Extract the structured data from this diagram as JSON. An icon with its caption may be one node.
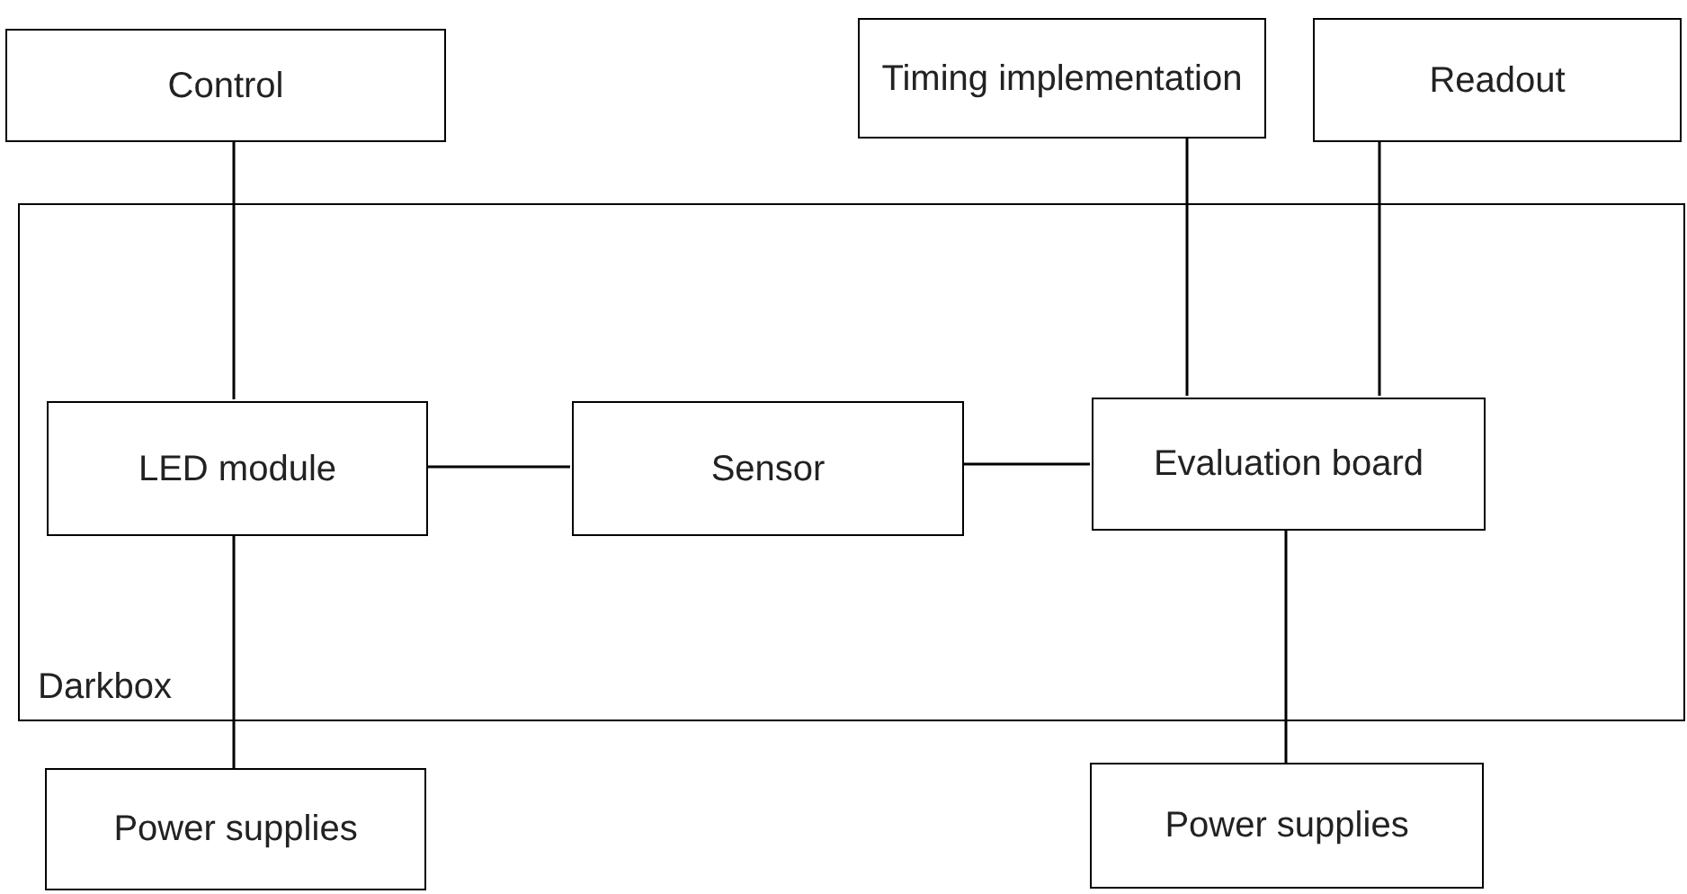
{
  "diagram": {
    "nodes": [
      {
        "text": [
          "Control"
        ]
      },
      {
        "text": [
          "Timing implementation"
        ]
      },
      {
        "text": [
          "Readout"
        ]
      },
      {
        "text": [
          "Darkbox"
        ]
      },
      {
        "text": [
          "LED module"
        ],
        "in": 3
      },
      {
        "text": [
          "Sensor"
        ],
        "in": 3
      },
      {
        "text": [
          "Evaluation board"
        ],
        "in": 3
      },
      {
        "text": [
          "Power supplies"
        ]
      },
      {
        "text": [
          "Power supplies"
        ]
      }
    ],
    "edges": [
      {
        "from": 0,
        "to": 4,
        "arrow": "none"
      },
      {
        "from": 1,
        "to": 6,
        "arrow": "none"
      },
      {
        "from": 2,
        "to": 6,
        "arrow": "none"
      },
      {
        "from": 4,
        "to": 5,
        "arrow": "none"
      },
      {
        "from": 5,
        "to": 6,
        "arrow": "none"
      },
      {
        "from": 4,
        "to": 7,
        "arrow": "none"
      },
      {
        "from": 6,
        "to": 8,
        "arrow": "none"
      }
    ]
  }
}
